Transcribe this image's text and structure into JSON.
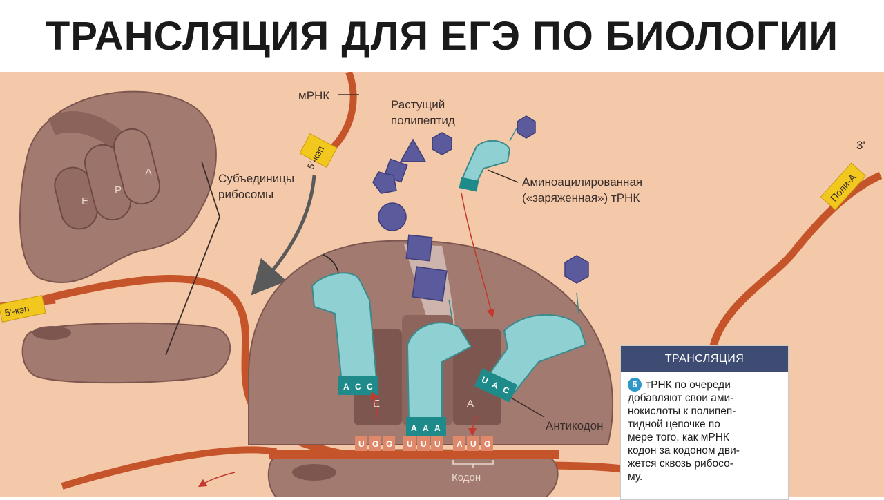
{
  "title": "ТРАНСЛЯЦИЯ ДЛЯ ЕГЭ ПО БИОЛОГИИ",
  "labels": {
    "mrna": "мРНК",
    "cap_top": "5'-кэп",
    "cap_left": "5'-кэп",
    "poly_a": "Поли-А",
    "three_prime": "3'",
    "polypeptide_line1": "Растущий",
    "polypeptide_line2": "полипептид",
    "subunits_line1": "Субъединицы",
    "subunits_line2": "рибосомы",
    "aminoacyl_line1": "Аминоацилированная",
    "aminoacyl_line2": "(«заряженная») тРНК",
    "anticodon": "Антикодон",
    "codon": "Кодон"
  },
  "sites": {
    "subunit": [
      "E",
      "P",
      "A"
    ],
    "ribosome_e": "E",
    "ribosome_a": "A"
  },
  "anticodons": {
    "e_site": [
      "A",
      "C",
      "C"
    ],
    "p_site": [
      "A",
      "A",
      "A"
    ],
    "a_site": [
      "U",
      "A",
      "C"
    ]
  },
  "mrna_bases": [
    "U",
    "G",
    "G",
    "U",
    "U",
    "U",
    "A",
    "U",
    "G"
  ],
  "info_box": {
    "header": "ТРАНСЛЯЦИЯ",
    "step": "5",
    "lines": [
      "тРНК по очереди",
      "добавляют свои ами-",
      "нокислоты к полипеп-",
      "тидной цепочке по",
      "мере того, как мРНК",
      "кодон за кодоном дви-",
      "жется сквозь рибосо-",
      "му."
    ]
  },
  "colors": {
    "background": "#f4c9a9",
    "ribosome": "#a27a70",
    "ribosome_dark": "#7d5650",
    "trna": "#8fd0d2",
    "trna_dark": "#1f8a8a",
    "amino_acid": "#5b5a9c",
    "mrna": "#c6542a",
    "cap": "#f2c81e",
    "info_header": "#3e4b72",
    "step_badge": "#2f98c9",
    "arrow": "#c23a2e"
  }
}
